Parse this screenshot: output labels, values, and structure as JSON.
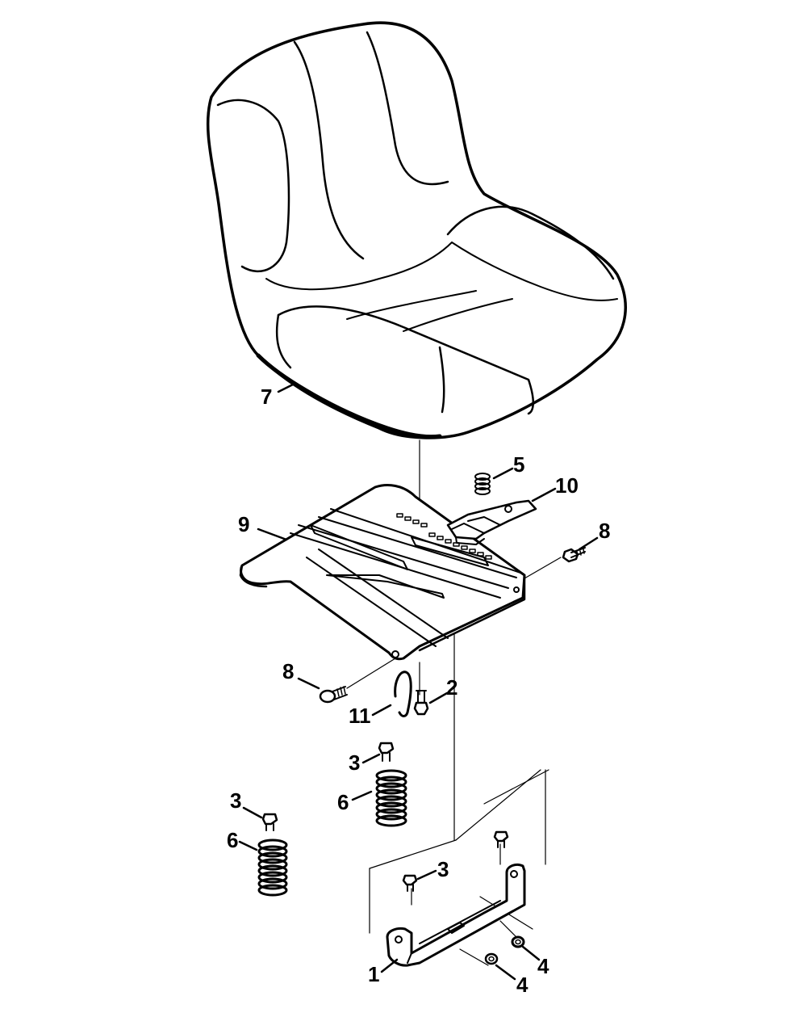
{
  "callouts": [
    {
      "id": "c1",
      "label": "1",
      "part": "seat-mount-bracket"
    },
    {
      "id": "c2",
      "label": "2",
      "part": "flange-bolt"
    },
    {
      "id": "c3a",
      "label": "3",
      "part": "bolt"
    },
    {
      "id": "c3b",
      "label": "3",
      "part": "bolt"
    },
    {
      "id": "c3c",
      "label": "3",
      "part": "bolt"
    },
    {
      "id": "c4a",
      "label": "4",
      "part": "nut"
    },
    {
      "id": "c4b",
      "label": "4",
      "part": "nut"
    },
    {
      "id": "c5",
      "label": "5",
      "part": "spring"
    },
    {
      "id": "c6a",
      "label": "6",
      "part": "coil-spring"
    },
    {
      "id": "c6b",
      "label": "6",
      "part": "coil-spring"
    },
    {
      "id": "c7",
      "label": "7",
      "part": "seat"
    },
    {
      "id": "c8a",
      "label": "8",
      "part": "shoulder-bolt"
    },
    {
      "id": "c8b",
      "label": "8",
      "part": "shoulder-bolt"
    },
    {
      "id": "c9",
      "label": "9",
      "part": "seat-pan"
    },
    {
      "id": "c10",
      "label": "10",
      "part": "adjustment-latch"
    },
    {
      "id": "c11",
      "label": "11",
      "part": "hairpin-clip"
    }
  ]
}
